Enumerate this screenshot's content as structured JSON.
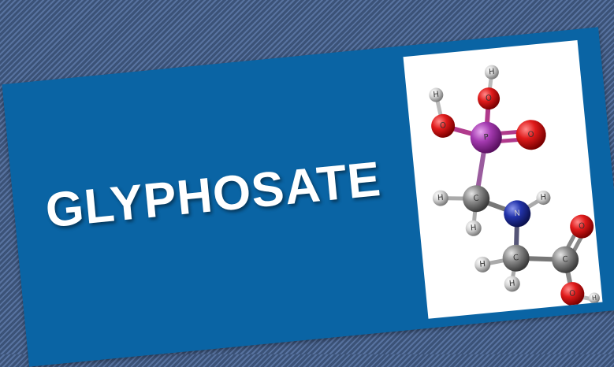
{
  "title": "GLYPHOSATE",
  "colors": {
    "background_stripe_dark": "#3b5277",
    "background_stripe_light": "#5873a0",
    "card_blue": "#0a64a4",
    "title_text": "#ffffff",
    "oxygen": "#e01b1b",
    "phosphorus": "#a43ab0",
    "nitrogen": "#2233aa",
    "carbon": "#8a8a8a",
    "hydrogen": "#d0d0d0"
  },
  "molecule": {
    "atom_labels": {
      "phosphorus": "P",
      "oxygen": "O",
      "carbon": "C",
      "nitrogen": "N",
      "hydrogen": "H"
    }
  }
}
